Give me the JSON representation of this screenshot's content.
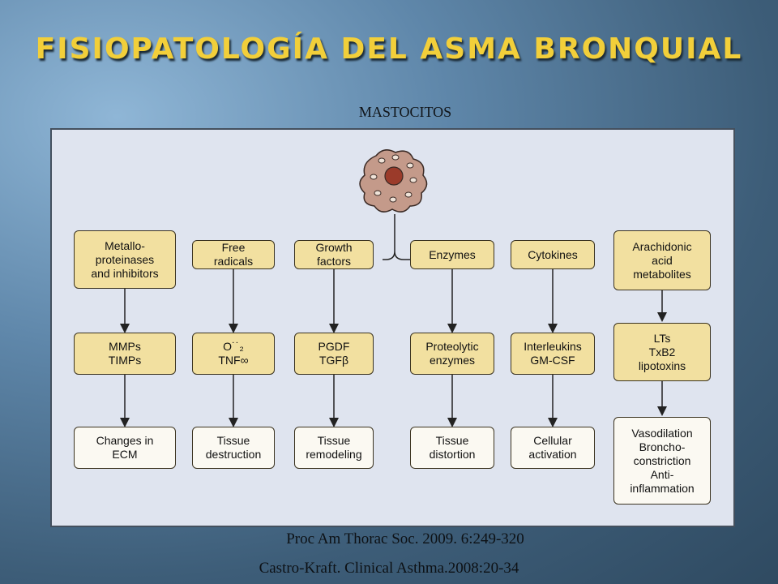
{
  "slide": {
    "title": "FISIOPATOLOGÍA DEL ASMA BRONQUIAL",
    "subtitle": "MASTOCITOS",
    "citation_1": "Proc Am Thorac Soc. 2009. 6:249-320",
    "citation_2": "Castro-Kraft. Clinical  Asthma.2008:20-34"
  },
  "diagram": {
    "source_cell_icon": "mast-cell-icon",
    "mediators": [
      "Metallo-\nproteinases\nand inhibitors",
      "Free\nradicals",
      "Growth\nfactors",
      "Enzymes",
      "Cytokines",
      "Arachidonic\nacid\nmetabolites"
    ],
    "products": [
      "MMPs\nTIMPs",
      "O˙˙₂\nTNF∞",
      "PGDF\nTGFβ",
      "Proteolytic\nenzymes",
      "Interleukins\nGM-CSF",
      "LTs\nTxB2\nlipotoxins"
    ],
    "effects": [
      "Changes in\nECM",
      "Tissue\ndestruction",
      "Tissue\nremodeling",
      "Tissue\ndistortion",
      "Cellular\nactivation",
      "Vasodilation\nBroncho-\nconstriction\nAnti-\ninflammation"
    ],
    "colors": {
      "box_fill": "#f2e0a0",
      "effect_fill": "#fbf9f2",
      "panel": "#dfe4ef"
    }
  }
}
